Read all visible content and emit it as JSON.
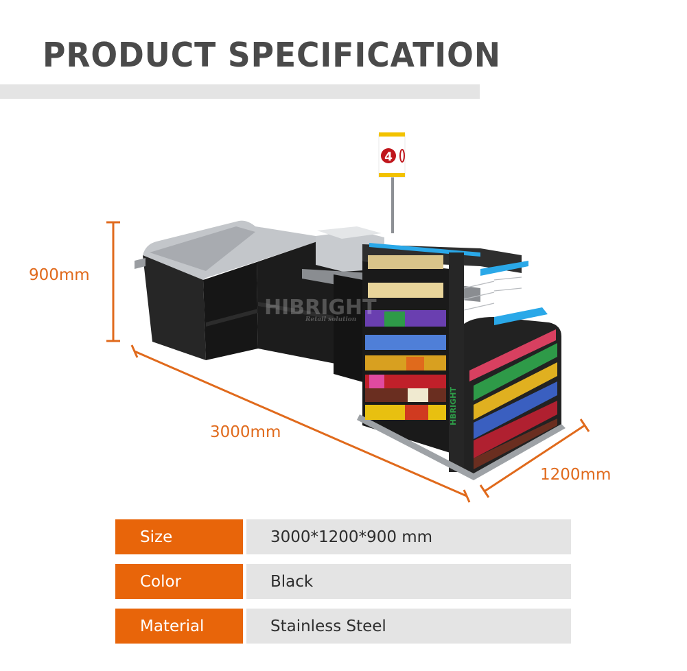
{
  "header": {
    "title": "PRODUCT SPECIFICATION"
  },
  "product_image": {
    "description": "Black supermarket checkout counter with stainless steel top and candy display rack",
    "lane_number": "4",
    "watermark_brand": "HIBRIGHT",
    "watermark_tagline": "Retail solution",
    "colors": {
      "body": "#1f1f1f",
      "steel": "#b9bcc0",
      "accent_light": "#2aa8e8",
      "sign_red": "#c0161c",
      "sign_yellow": "#f2c200"
    }
  },
  "dimensions": {
    "height": "900mm",
    "length": "3000mm",
    "depth": "1200mm",
    "line_color": "#e06a1c"
  },
  "specs": [
    {
      "label": "Size",
      "value": "3000*1200*900 mm"
    },
    {
      "label": "Color",
      "value": "Black"
    },
    {
      "label": "Material",
      "value": "Stainless Steel"
    }
  ],
  "theme": {
    "accent": "#e8650a",
    "row_bg": "#e4e4e4",
    "title_color": "#4a4a4a"
  }
}
